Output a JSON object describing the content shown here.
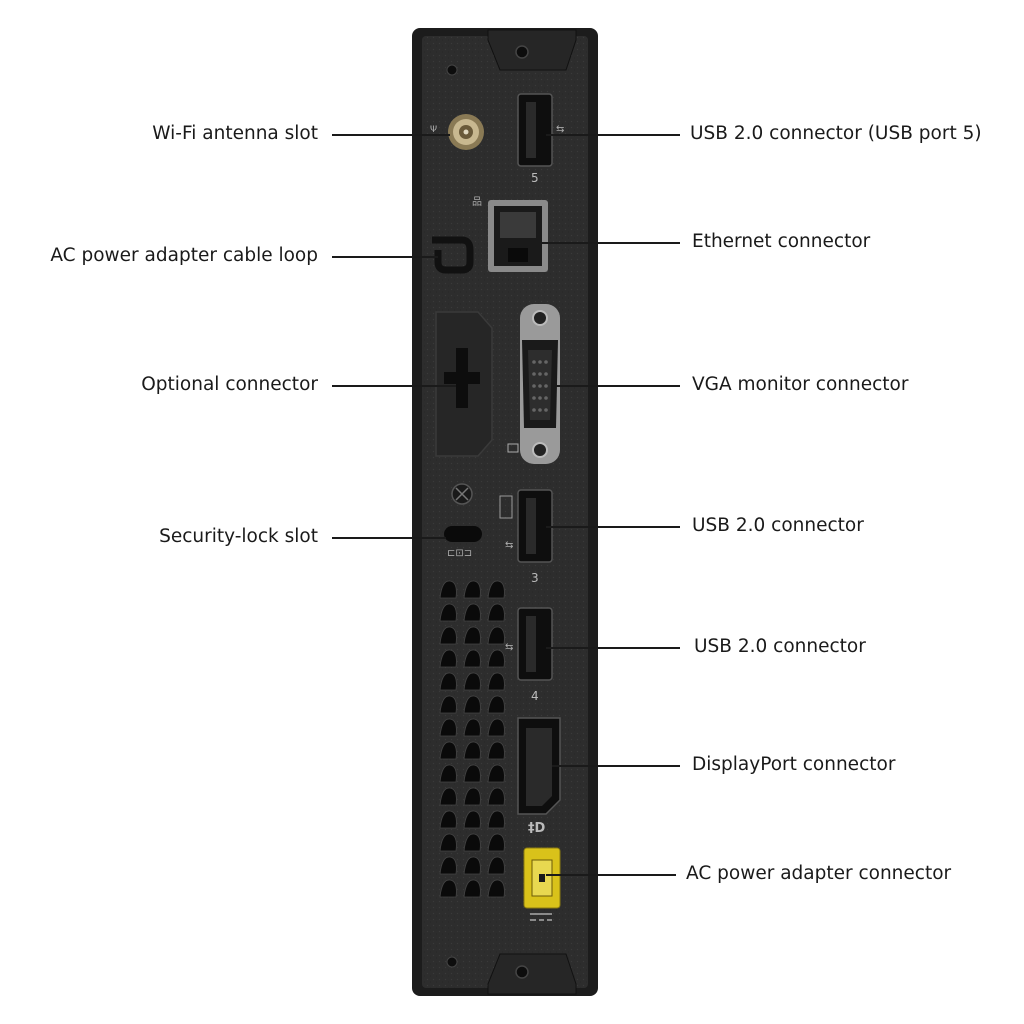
{
  "labels": {
    "wifi_antenna": "Wi-Fi antenna slot",
    "cable_loop": "AC power adapter cable loop",
    "optional": "Optional connector",
    "security_lock": "Security-lock slot",
    "usb5": "USB 2.0 connector (USB port 5)",
    "ethernet": "Ethernet connector",
    "vga": "VGA monitor connector",
    "usb3": "USB 2.0 connector",
    "usb4": "USB 2.0 connector",
    "displayport": "DisplayPort connector",
    "ac_power": "AC power adapter connector"
  },
  "port_numbers": {
    "usb5": "5",
    "usb3": "3",
    "usb4": "4"
  },
  "colors": {
    "chassis": "#2b2b2b",
    "chassis_edge": "#1a1a1a",
    "port": "#151515",
    "power_connector": "#d9c21a",
    "text": "#1a1a1a"
  }
}
